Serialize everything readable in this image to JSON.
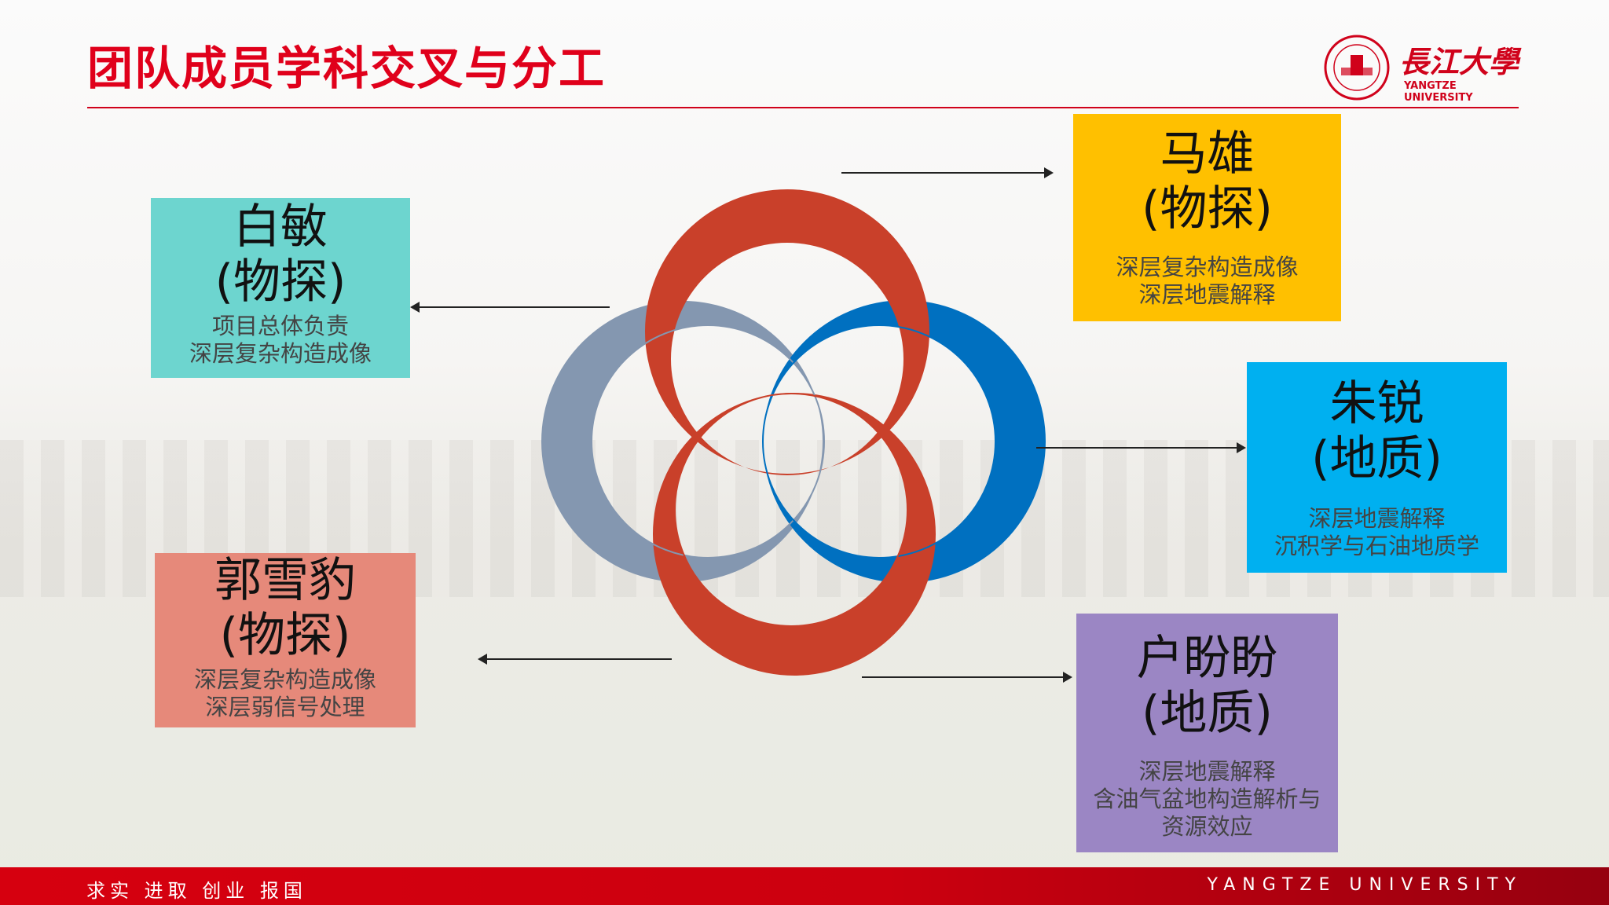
{
  "title": "团队成员学科交叉与分工",
  "logo": {
    "name_cn": "長江大學",
    "name_en": "YANGTZE UNIVERSITY"
  },
  "members": [
    {
      "name": "白敏",
      "field": "(物探)",
      "duties": [
        "项目总体负责",
        "深层复杂构造成像"
      ],
      "color": "#6dd5cf"
    },
    {
      "name": "马雄",
      "field": "(物探)",
      "duties": [
        "深层复杂构造成像",
        "深层地震解释"
      ],
      "color": "#ffc000"
    },
    {
      "name": "朱锐",
      "field": "(地质)",
      "duties": [
        "深层地震解释",
        "沉积学与石油地质学"
      ],
      "color": "#00b0f0"
    },
    {
      "name": "郭雪豹",
      "field": "(物探)",
      "duties": [
        "深层复杂构造成像",
        "深层弱信号处理"
      ],
      "color": "#e6897a"
    },
    {
      "name": "户盼盼",
      "field": "(地质)",
      "duties": [
        "深层地震解释",
        "含油气盆地构造解析与",
        "资源效应"
      ],
      "color": "#9b86c4"
    }
  ],
  "rings": {
    "red": "#c9402a",
    "gray": "#8497b0",
    "blue": "#0070c0"
  },
  "footer": {
    "motto": "求实 进取 创业 报国",
    "university": "YANGTZE UNIVERSITY"
  }
}
